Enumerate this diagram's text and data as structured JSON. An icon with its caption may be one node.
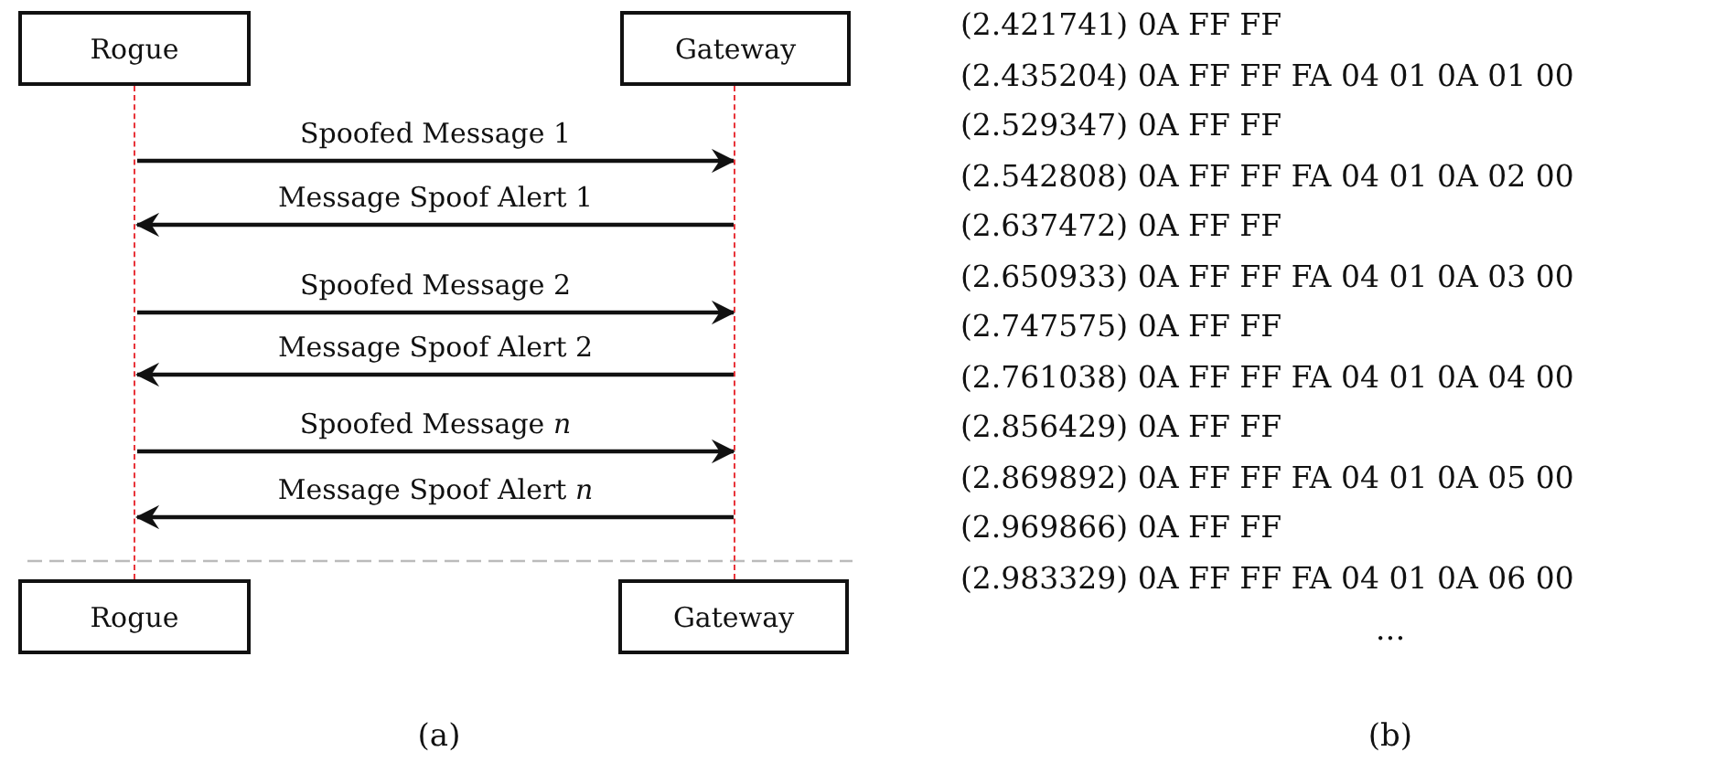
{
  "diagram": {
    "nodes": [
      {
        "text": [
          "Rogue"
        ]
      },
      {
        "text": [
          "Gateway"
        ]
      },
      {
        "text": [],
        "shape": "line"
      },
      {
        "text": [],
        "shape": "line"
      },
      {
        "text": [
          "Rogue"
        ]
      },
      {
        "text": [
          "Gateway"
        ]
      }
    ],
    "edges": [
      {
        "from": 2,
        "to": 3,
        "arrow": "to",
        "label": "Spoofed Message 1"
      },
      {
        "from": 3,
        "to": 2,
        "arrow": "to",
        "label": "Message Spoof Alert 1"
      },
      {
        "from": 2,
        "to": 3,
        "arrow": "to",
        "label": "Spoofed Message 2"
      },
      {
        "from": 3,
        "to": 2,
        "arrow": "to",
        "label": "Message Spoof Alert 2"
      },
      {
        "from": 2,
        "to": 3,
        "arrow": "to",
        "label": "Spoofed Message *n*"
      },
      {
        "from": 3,
        "to": 2,
        "arrow": "to",
        "label": "Message Spoof Alert *n*"
      }
    ],
    "labels": [
      "(2.421741) 0A FF FF",
      "(2.435204) 0A FF FF FA 04 01 0A 01 00",
      "(2.529347) 0A FF FF",
      "(2.542808) 0A FF FF FA 04 01 0A 02 00",
      "(2.637472) 0A FF FF",
      "(2.650933) 0A FF FF FA 04 01 0A 03 00",
      "(2.747575) 0A FF FF",
      "(2.761038) 0A FF FF FA 04 01 0A 04 00",
      "(2.856429) 0A FF FF",
      "(2.869892) 0A FF FF FA 04 01 0A 05 00",
      "(2.969866) 0A FF FF",
      "(2.983329) 0A FF FF FA 04 01 0A 06 00",
      "...",
      "(a)",
      "(b)"
    ]
  }
}
